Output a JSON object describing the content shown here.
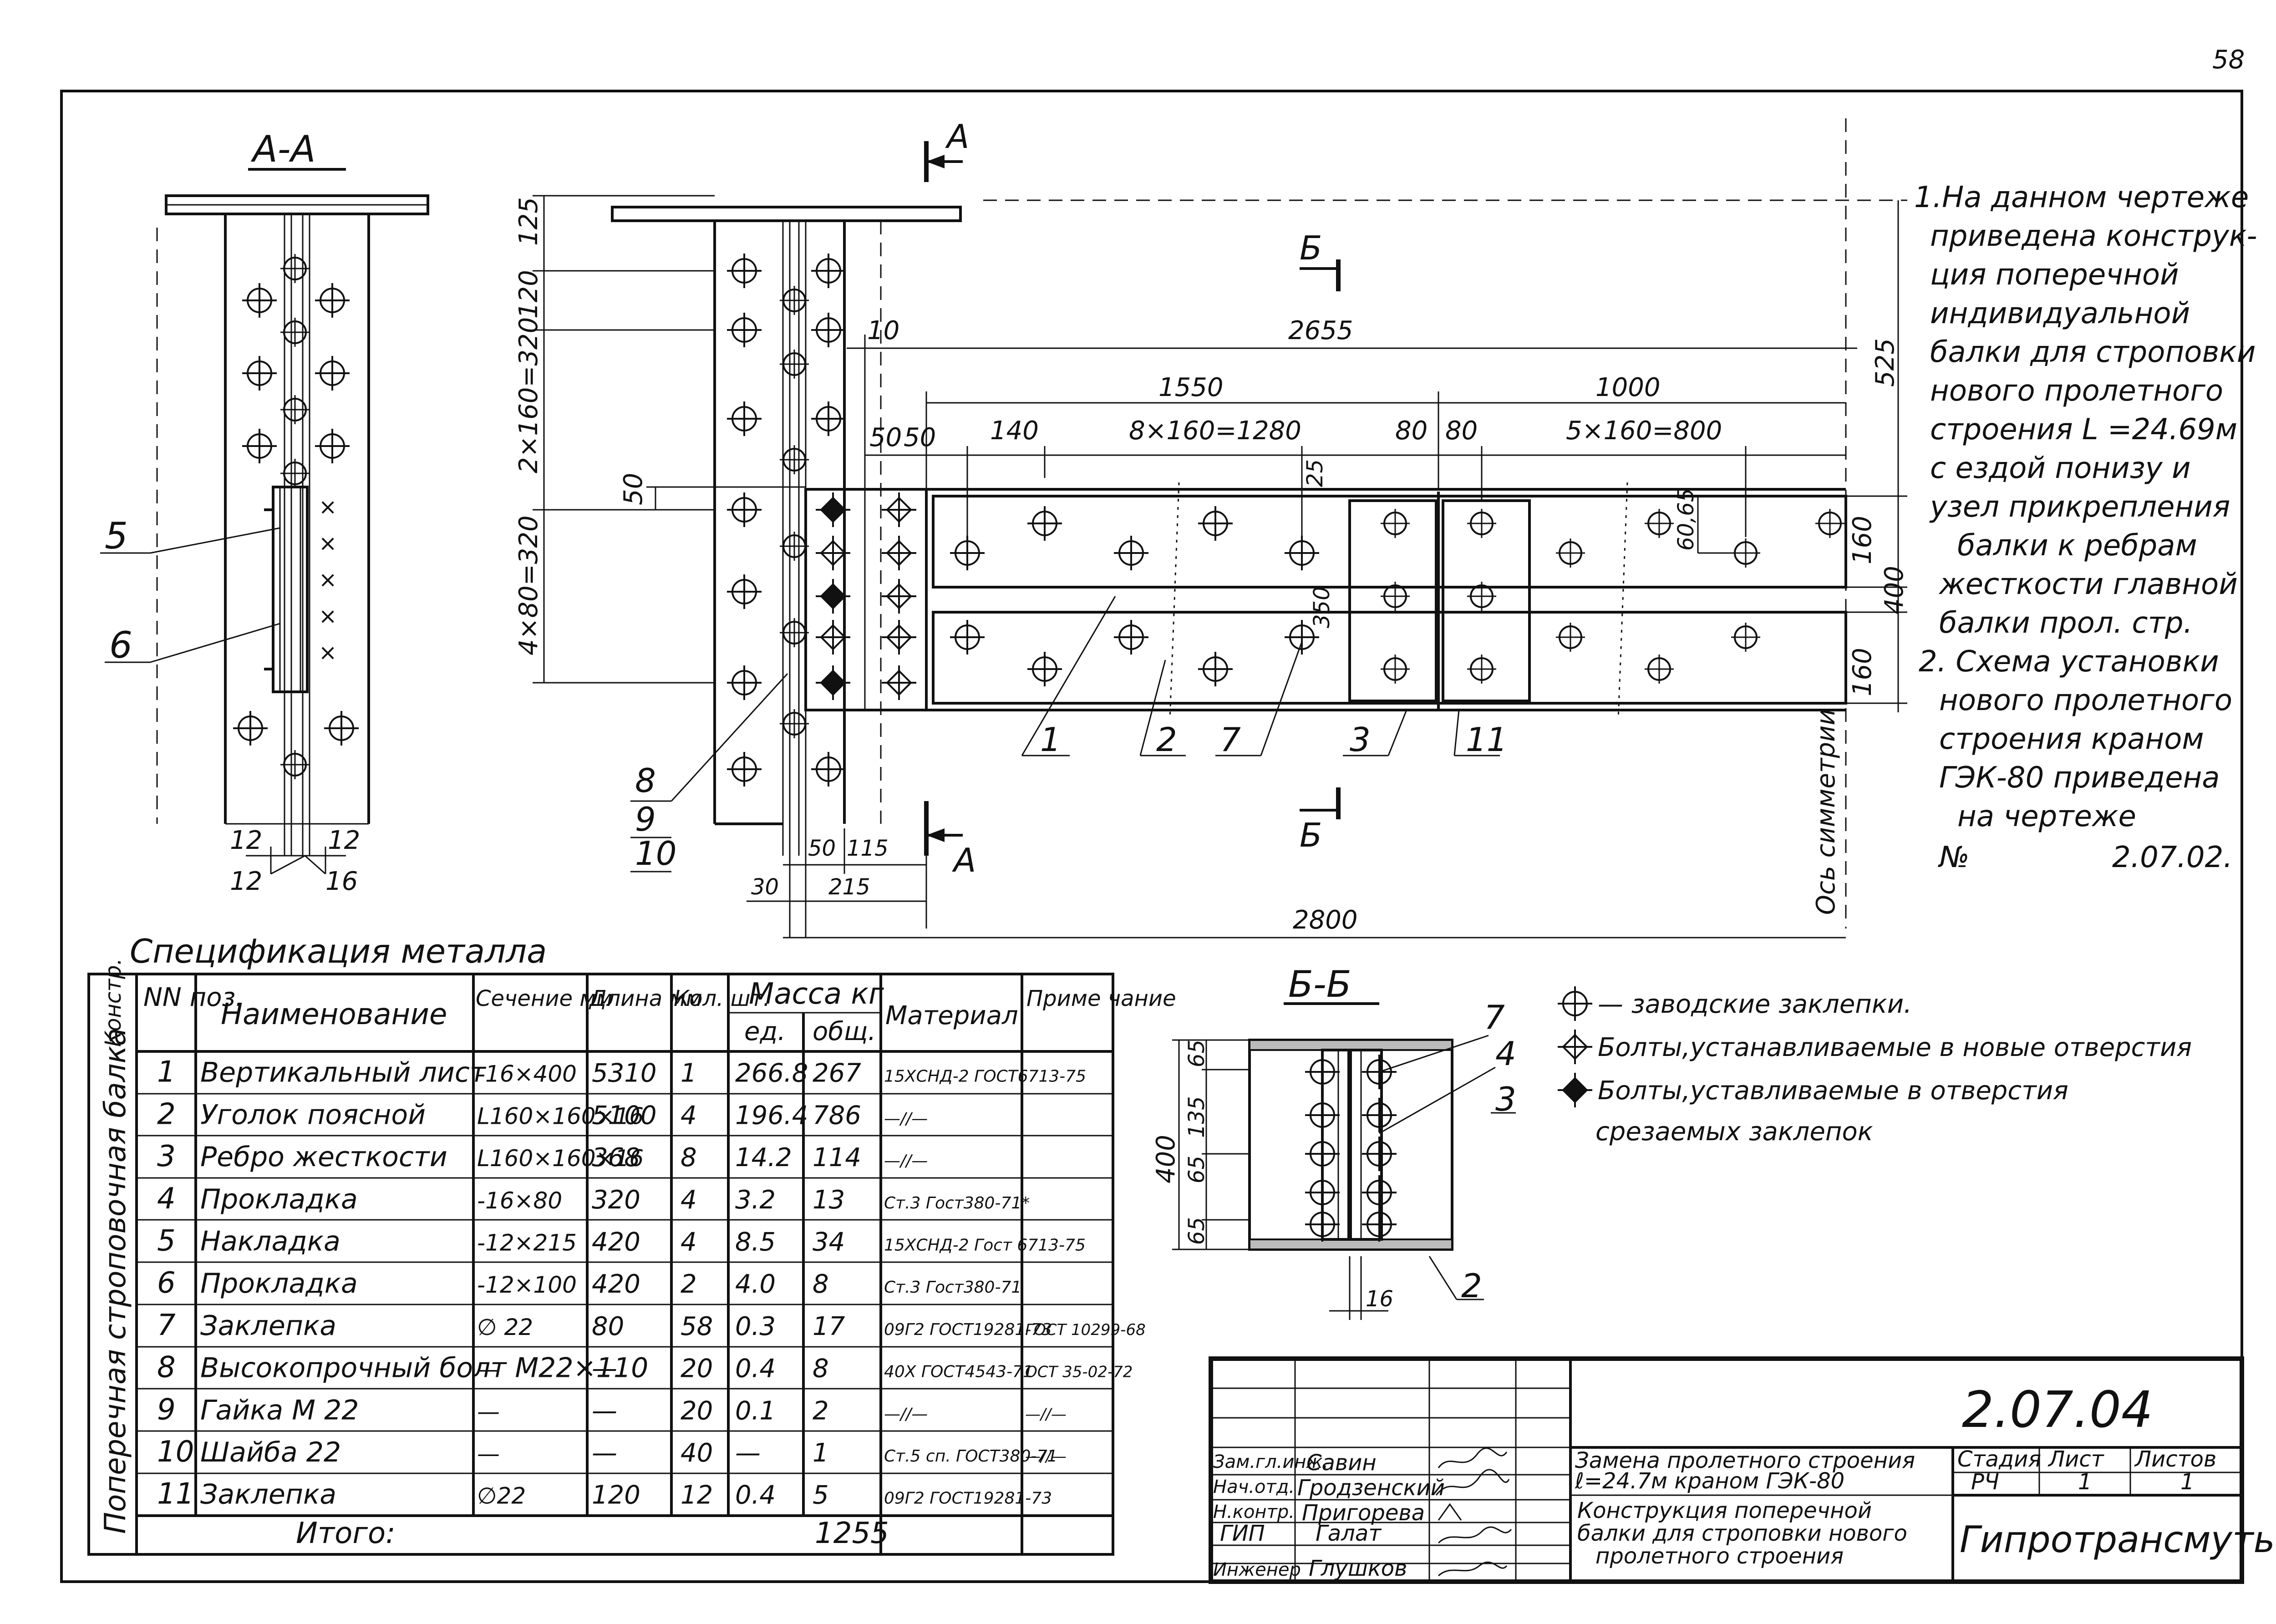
{
  "page_number": "58",
  "section_aa": {
    "title": "А-А",
    "labels": {
      "p5": "5",
      "p6": "6"
    },
    "dims": [
      "12",
      "12",
      "12",
      "16"
    ]
  },
  "main_view": {
    "cut_a_top": "А",
    "cut_a_bottom": "А",
    "cut_b_top": "Б",
    "cut_b_bottom": "Б",
    "dims": {
      "d125": "125",
      "d120": "120",
      "d2x160": "2×160=320",
      "d50": "50",
      "d4x80": "4×80=320",
      "d10": "10",
      "d2655": "2655",
      "d525": "525",
      "d1550": "1550",
      "d1000": "1000",
      "d50a": "50",
      "d50b": "50",
      "d140": "140",
      "d8x160": "8×160=1280",
      "d80a": "80",
      "d80b": "80",
      "d5x160": "5×160=800",
      "d25": "25",
      "d60": "60,65",
      "d160a": "160",
      "d400": "400",
      "d350": "350",
      "d160b": "160",
      "d50c": "50",
      "d115": "115",
      "d30": "30",
      "d215": "215",
      "d2800": "2800"
    },
    "axis_label": "Ось симметрии",
    "leaders": [
      "1",
      "2",
      "7",
      "3",
      "11",
      "8",
      "9",
      "10"
    ]
  },
  "notes": [
    "1.На данном чертеже",
    "приведена конструк-",
    "ция поперечной",
    "индивидуальной",
    "балки для строповки",
    "нового пролетного",
    "строения L =24.69м",
    "с ездой понизу и",
    "узел прикрепления",
    "балки к ребрам",
    "жесткости главной",
    "балки прол. стр.",
    "2. Схема установки",
    "нового пролетного",
    "строения краном",
    "ГЭК-80 приведена",
    "на чертеже",
    "№",
    "2.07.02."
  ],
  "spec": {
    "title": "Спецификация металла",
    "group_label": "Поперечная строповочная балка",
    "headers": {
      "constr": "Констр.",
      "pos": "NN поз.",
      "name": "Наименование",
      "section": "Сечение мм",
      "length": "Длина мм",
      "qty": "Кол. шт.",
      "mass": "Масса кг",
      "unit": "ед.",
      "total": "общ.",
      "material": "Материал",
      "note": "Приме чание"
    },
    "rows": [
      {
        "pos": "1",
        "name": "Вертикальный лист",
        "section": "-16×400",
        "length": "5310",
        "qty": "1",
        "unit": "266.8",
        "total": "267",
        "material": "15ХСНД-2 ГОСТ6713-75",
        "note": ""
      },
      {
        "pos": "2",
        "name": "Уголок поясной",
        "section": "L160×160×16",
        "length": "5100",
        "qty": "4",
        "unit": "196.4",
        "total": "786",
        "material": "—//—",
        "note": ""
      },
      {
        "pos": "3",
        "name": "Ребро жесткости",
        "section": "L160×160×16",
        "length": "368",
        "qty": "8",
        "unit": "14.2",
        "total": "114",
        "material": "—//—",
        "note": ""
      },
      {
        "pos": "4",
        "name": "Прокладка",
        "section": "-16×80",
        "length": "320",
        "qty": "4",
        "unit": "3.2",
        "total": "13",
        "material": "Ст.3 Гост380-71*",
        "note": ""
      },
      {
        "pos": "5",
        "name": "Накладка",
        "section": "-12×215",
        "length": "420",
        "qty": "4",
        "unit": "8.5",
        "total": "34",
        "material": "15ХСНД-2 Гост 6713-75",
        "note": ""
      },
      {
        "pos": "6",
        "name": "Прокладка",
        "section": "-12×100",
        "length": "420",
        "qty": "2",
        "unit": "4.0",
        "total": "8",
        "material": "Ст.3 Гост380-71",
        "note": ""
      },
      {
        "pos": "7",
        "name": "Заклепка",
        "section": "∅ 22",
        "length": "80",
        "qty": "58",
        "unit": "0.3",
        "total": "17",
        "material": "09Г2 ГОСТ19281-73",
        "note": "ГОСТ 10299-68"
      },
      {
        "pos": "8",
        "name": "Высокопрочный болт М22×110",
        "section": "—",
        "length": "—",
        "qty": "20",
        "unit": "0.4",
        "total": "8",
        "material": "40Х ГОСТ4543-71",
        "note": "ОСТ 35-02-72"
      },
      {
        "pos": "9",
        "name": "Гайка М 22",
        "section": "—",
        "length": "—",
        "qty": "20",
        "unit": "0.1",
        "total": "2",
        "material": "—//—",
        "note": "—//—"
      },
      {
        "pos": "10",
        "name": "Шайба 22",
        "section": "—",
        "length": "—",
        "qty": "40",
        "unit": "—",
        "total": "1",
        "material": "Ст.5 сп. ГОСТ380-71",
        "note": "—//—"
      },
      {
        "pos": "11",
        "name": "Заклепка",
        "section": "∅22",
        "length": "120",
        "qty": "12",
        "unit": "0.4",
        "total": "5",
        "material": "09Г2 ГОСТ19281-73",
        "note": ""
      }
    ],
    "total_label": "Итого:",
    "total_value": "1255"
  },
  "section_bb": {
    "title": "Б-Б",
    "labels": [
      "7",
      "4",
      "3",
      "2"
    ],
    "dims": {
      "d65a": "65",
      "d135": "135",
      "d65b": "65",
      "d400": "400",
      "d65c": "65",
      "d16": "16"
    }
  },
  "legend": [
    {
      "icon": "factory-rivet",
      "text": "— заводские заклепки."
    },
    {
      "icon": "new-hole-bolt",
      "text": "Болты,устанавливаемые в новые отверстия"
    },
    {
      "icon": "cut-rivet-bolt",
      "text": "Болты,уставливаемые в отверстия"
    },
    {
      "icon": "",
      "text": "срезаемых заклепок"
    }
  ],
  "title_block": {
    "drawing_number": "2.07.04",
    "roles": [
      {
        "role": "Зам.гл.инж.",
        "name": "Савин"
      },
      {
        "role": "Нач.отд.",
        "name": "Гродзенский"
      },
      {
        "role": "Н.контр.",
        "name": "Пригорева"
      },
      {
        "role": "ГИП",
        "name": "Галат"
      },
      {
        "role": "Инженер",
        "name": "Глушков"
      }
    ],
    "project_line1": "Замена пролетного строения",
    "project_line2": "ℓ=24.7м краном ГЭК-80",
    "sheet_title_1": "Конструкция поперечной",
    "sheet_title_2": "балки для строповки нового",
    "sheet_title_3": "пролетного строения",
    "stage_label": "Стадия",
    "sheet_label": "Лист",
    "sheets_label": "Листов",
    "stage": "РЧ",
    "sheet": "1",
    "sheets": "1",
    "org": "Гипротрансмуть"
  }
}
